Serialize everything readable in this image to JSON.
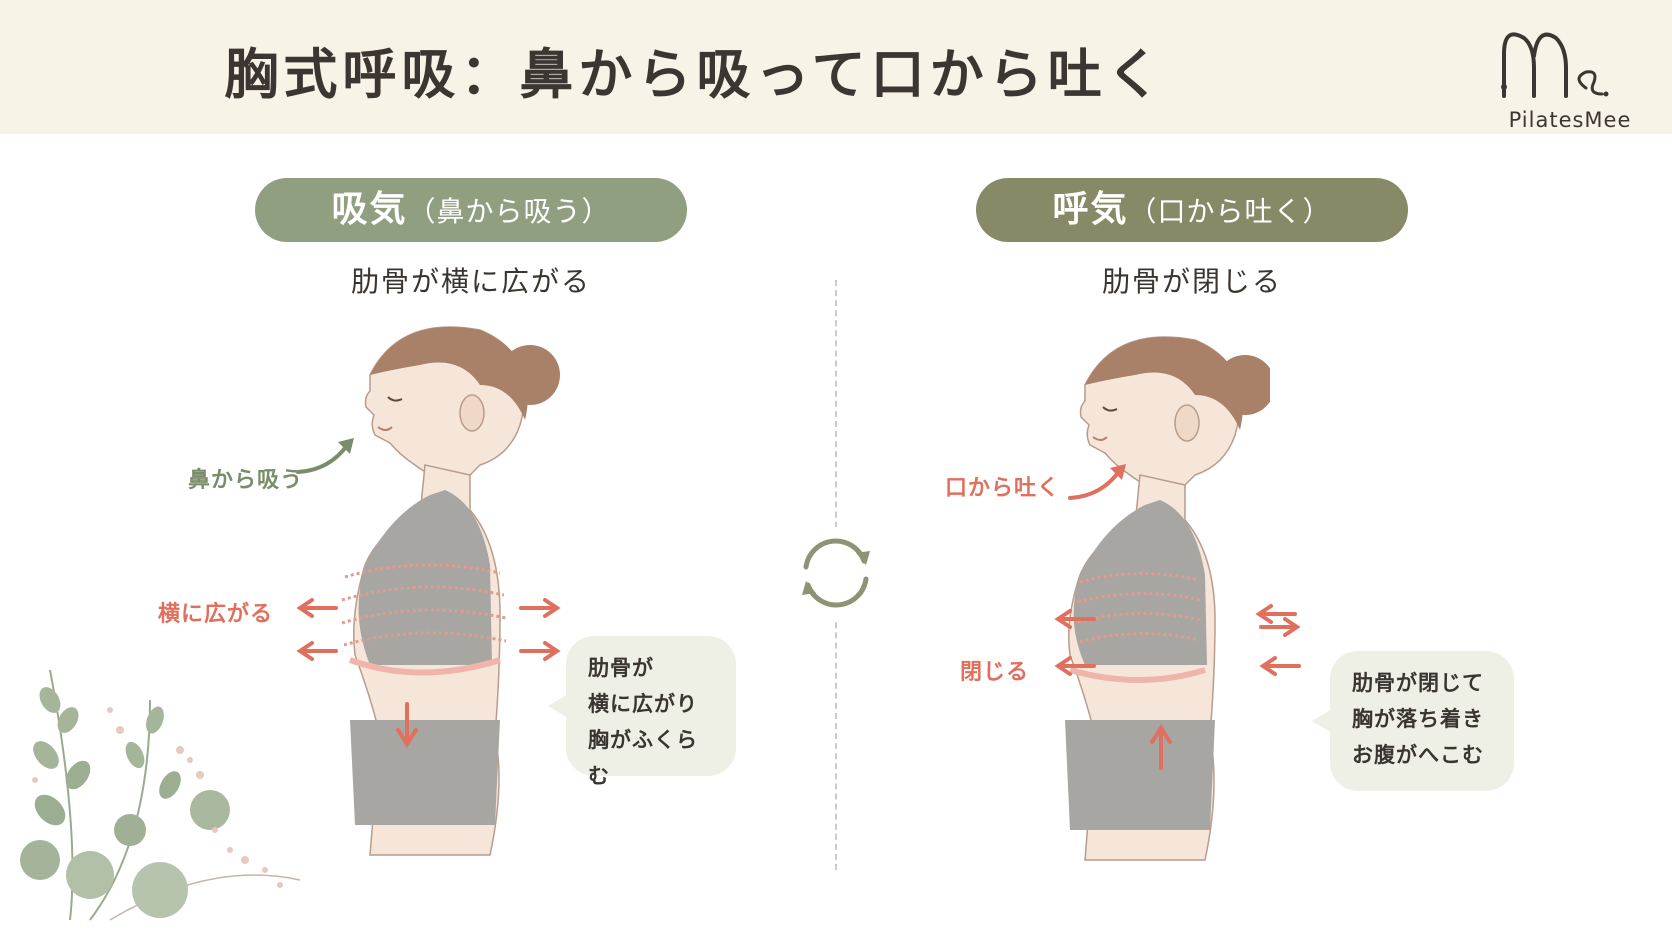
{
  "header": {
    "title": "胸式呼吸：鼻から吸って口から吐く",
    "logo_text": "PilatesMee"
  },
  "colors": {
    "header_bg": "#f8f3e7",
    "inhale_pill": "#8f9f80",
    "exhale_pill": "#878967",
    "green_accent": "#7a8d6a",
    "red_accent": "#e0705e",
    "bubble_bg": "#eef0e6",
    "skin": "#f6e6da",
    "hair": "#a98068",
    "clothing": "#a7a6a3"
  },
  "inhale": {
    "pill_main": "吸気",
    "pill_sub": "（鼻から吸う）",
    "subtitle": "肋骨が横に広がる",
    "nose_label": "鼻から吸う",
    "side_label": "横に広がる",
    "bubble": [
      "肋骨が",
      "横に広がり",
      "胸がふくらむ"
    ]
  },
  "exhale": {
    "pill_main": "呼気",
    "pill_sub": "（口から吐く）",
    "subtitle": "肋骨が閉じる",
    "mouth_label": "口から吐く",
    "side_label": "閉じる",
    "bubble": [
      "肋骨が閉じて",
      "胸が落ち着き",
      "お腹がへこむ"
    ]
  },
  "icons": {
    "cycle": "cycle-arrows-icon",
    "leaves": "eucalyptus-leaves-icon"
  }
}
